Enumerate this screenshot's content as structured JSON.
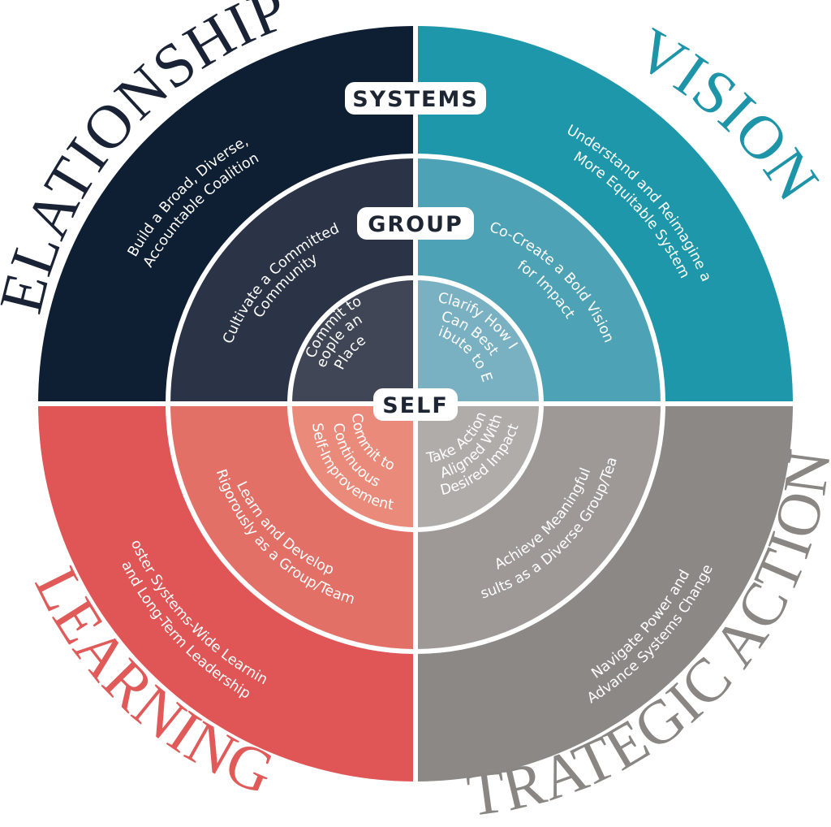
{
  "quadrants": {
    "relationships": {
      "title": "RELATIONSHIPS",
      "colors": {
        "outer": "#0e1e33",
        "middle": "#2b3347",
        "inner": "#404656",
        "title": "#1a2235"
      },
      "systems_text": "Build a Broad, Diverse, Accountable Coalition",
      "group_text": "Cultivate a Committed Community",
      "self_text": "Commit to People and Place"
    },
    "vision": {
      "title": "VISION",
      "colors": {
        "outer": "#1e97ab",
        "middle": "#4ea2b5",
        "inner": "#79b1c2",
        "title": "#1d94a8"
      },
      "systems_text": "Understand and Reimagine a More Equitable System",
      "group_text": "Co-Create a Bold Vision for Impact",
      "self_text": "Clarify How I Can Best Contribute to Equity"
    },
    "learning": {
      "title": "LEARNING",
      "colors": {
        "outer": "#e05656",
        "middle": "#e27067",
        "inner": "#ea8a7a",
        "title": "#df5a58"
      },
      "systems_text": "Foster Systems-Wide Learning and Long-Term Leadership",
      "group_text": "Learn and Develop Rigorously as a Group/Team",
      "self_text": "Commit to Continuous Self-Improvement"
    },
    "strategic_action": {
      "title": "STRATEGIC ACTION",
      "colors": {
        "outer": "#8c8885",
        "middle": "#9e9997",
        "inner": "#b0aca9",
        "title": "#8a8684"
      },
      "systems_text": "Navigate Power and Advance Systems Change",
      "group_text": "Achieve Meaningful Results as a Diverse Group/Team",
      "self_text": "Take Action Aligned With Desired Impact"
    }
  },
  "levels": {
    "systems": "SYSTEMS",
    "group": "GROUP",
    "self": "SELF"
  }
}
